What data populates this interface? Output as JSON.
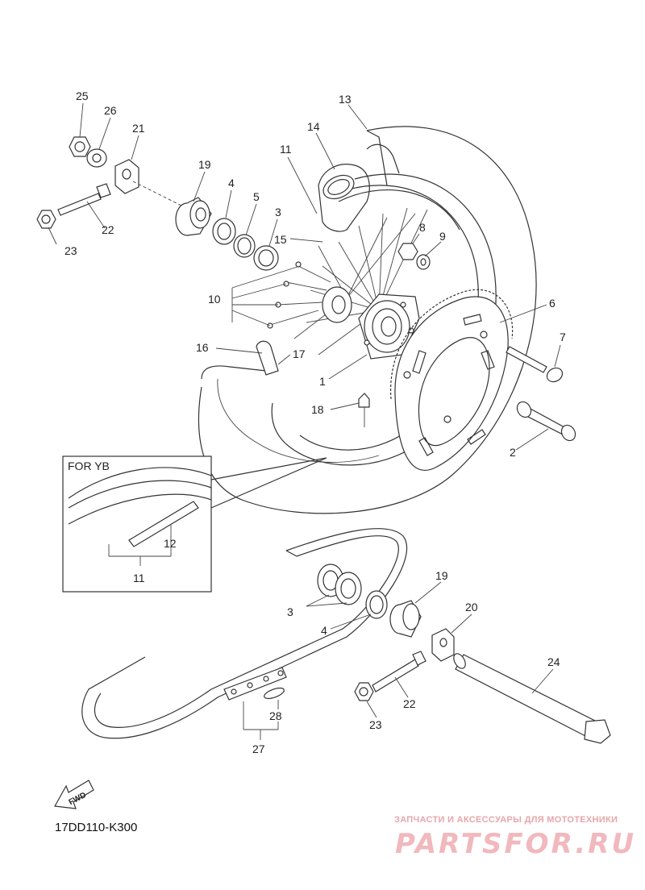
{
  "diagram": {
    "code": "17DD110-K300",
    "inset_title": "FOR YB",
    "fwd_label": "FWD",
    "callouts": [
      "25",
      "26",
      "21",
      "19",
      "4",
      "5",
      "3",
      "22",
      "23",
      "13",
      "14",
      "11",
      "15",
      "8",
      "9",
      "10",
      "16",
      "17",
      "1",
      "6",
      "7",
      "18",
      "2",
      "12",
      "11",
      "19",
      "3",
      "4",
      "20",
      "24",
      "22",
      "23",
      "28",
      "27"
    ]
  },
  "watermark": {
    "tagline": "ЗАПЧАСТИ И АКСЕССУАРЫ ДЛЯ МОТОТЕХНИКИ",
    "brand": "PARTSFOR.RU",
    "color": "#f1b8bd"
  }
}
